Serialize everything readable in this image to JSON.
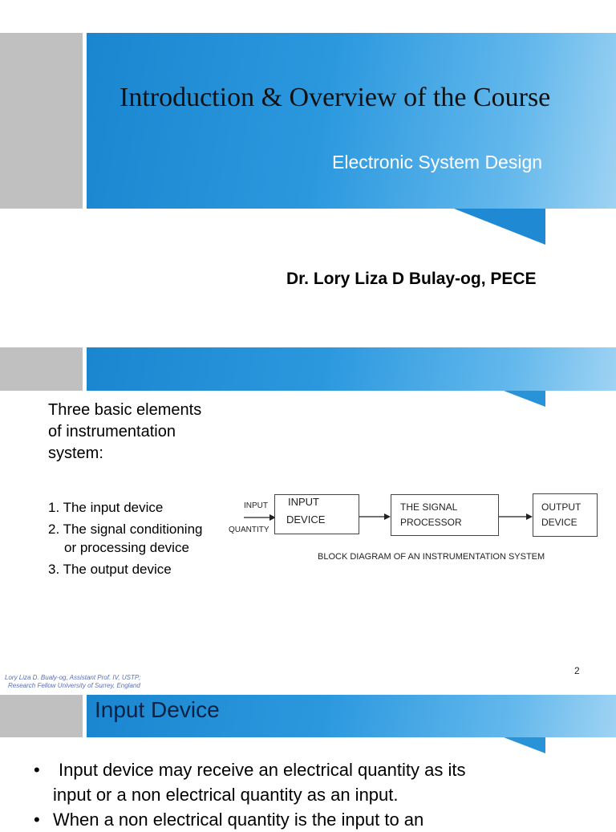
{
  "slide1": {
    "title": "Introduction & Overview of the Course",
    "subtitle": "Electronic System Design",
    "author": "Dr. Lory Liza D Bulay-og, PECE"
  },
  "slide2": {
    "intro_lines": [
      "Three basic elements",
      "of instrumentation",
      "system:"
    ],
    "list": [
      "1. The input device",
      "2. The signal conditioning",
      "or processing device",
      "3. The output device"
    ],
    "diagram": {
      "input_label_1": "INPUT",
      "input_label_2": "QUANTITY",
      "box1_line1": "INPUT",
      "box1_line2": "DEVICE",
      "box2_line1": "THE SIGNAL",
      "box2_line2": "PROCESSOR",
      "box3_line1": "OUTPUT",
      "box3_line2": "DEVICE",
      "caption": "BLOCK DIAGRAM OF AN INSTRUMENTATION  SYSTEM"
    },
    "footer_credit_1": "Lory Liza D. Bualy-og, Assistant Prof. IV, USTP;",
    "footer_credit_2": "Research Fellow University of Surrey, England",
    "page_number": "2"
  },
  "slide3": {
    "section_title": "Input Device",
    "bullet_symbol": "•",
    "bullets": [
      "Input device may receive an electrical quantity as its",
      "input or a non electrical quantity as an input.",
      "When a non electrical quantity is the input to an"
    ]
  }
}
